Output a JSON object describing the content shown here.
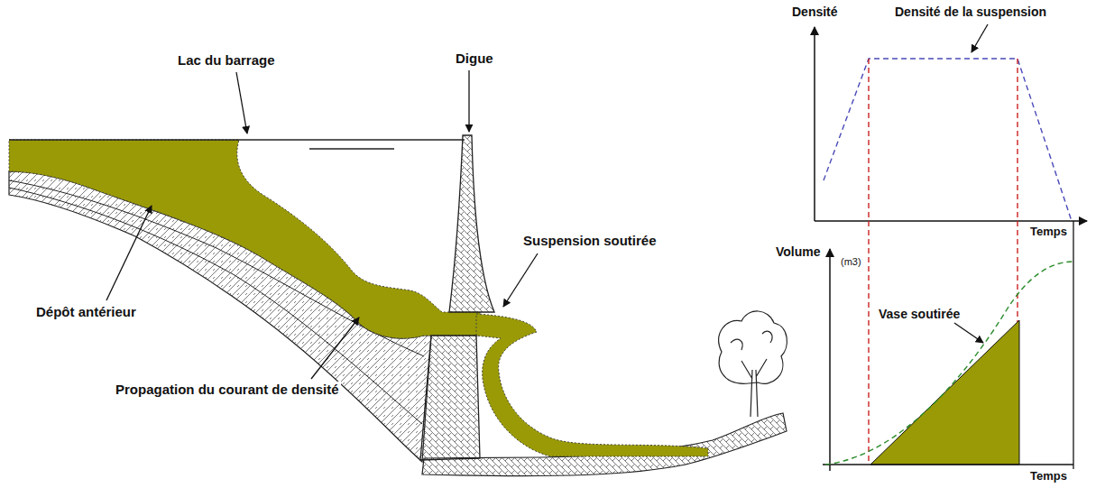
{
  "diagram": {
    "labels": [
      "Densité",
      "Densité de la suspension",
      "Lac du barrage",
      "Digue",
      "Suspension soutirée",
      "Volume",
      "(m3)",
      "Temps",
      "Dépôt antérieur",
      "Vase soutirée",
      "Temps",
      "Propagation du courant de densité"
    ]
  }
}
